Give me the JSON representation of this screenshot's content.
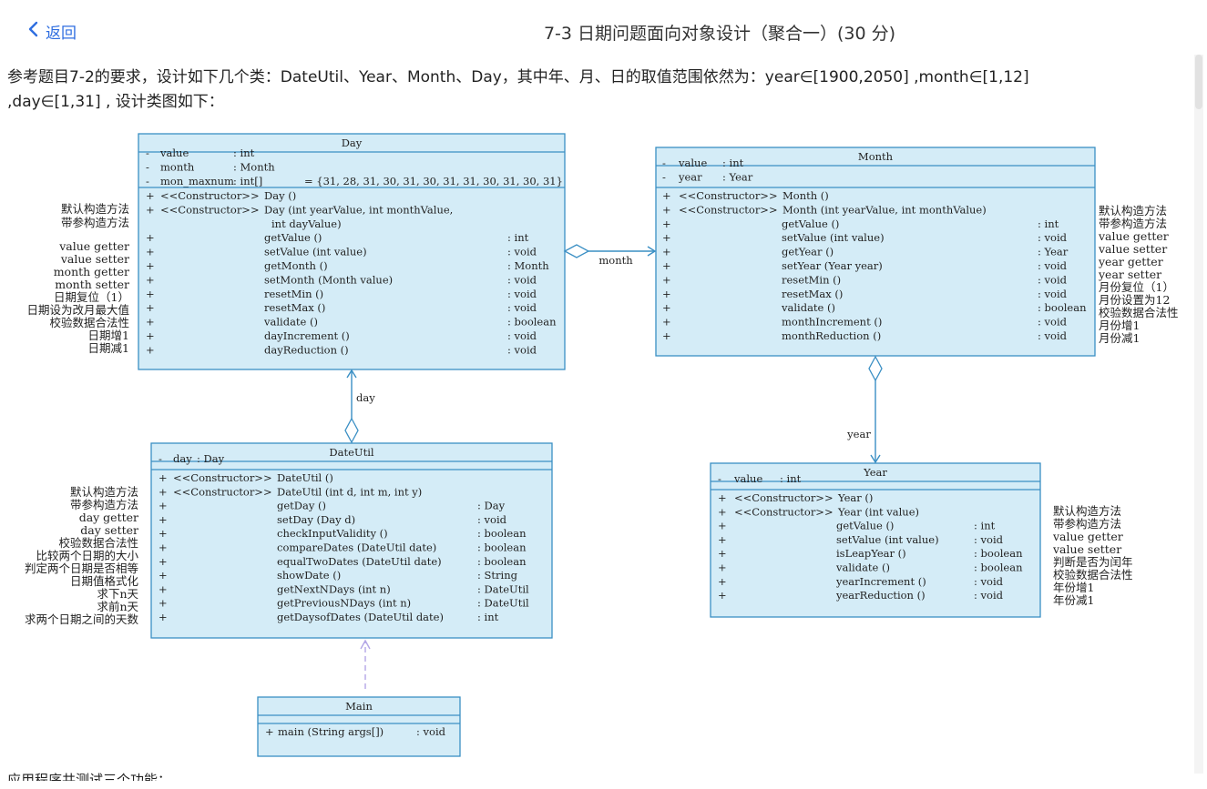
{
  "header": {
    "back_label": "返回",
    "title": "7-3 日期问题面向对象设计（聚合一）(30 分)"
  },
  "description": {
    "line1": "参考题目7-2的要求，设计如下几个类：DateUtil、Year、Month、Day，其中年、月、日的取值范围依然为：year∈[1900,2050] ,month∈[1,12]",
    "line2": ",day∈[1,31] , 设计类图如下："
  },
  "diagram": {
    "day": {
      "name": "Day",
      "attributes": [
        [
          "-",
          "value",
          ": int",
          ""
        ],
        [
          "-",
          "month",
          ": Month",
          ""
        ],
        [
          "-",
          "mon_maxnum",
          ": int[]",
          "= {31, 28, 31, 30, 31, 30, 31, 31, 30, 31, 30, 31}"
        ]
      ],
      "methods": [
        [
          "+",
          "<<Constructor>>",
          "Day ()",
          ""
        ],
        [
          "+",
          "<<Constructor>>",
          "Day (int yearValue, int monthValue,",
          ""
        ],
        [
          "",
          "",
          "int dayValue)",
          ""
        ],
        [
          "+",
          "",
          "getValue ()",
          ": int"
        ],
        [
          "+",
          "",
          "setValue (int value)",
          ": void"
        ],
        [
          "+",
          "",
          "getMonth ()",
          ": Month"
        ],
        [
          "+",
          "",
          "setMonth (Month value)",
          ": void"
        ],
        [
          "+",
          "",
          "resetMin ()",
          ": void"
        ],
        [
          "+",
          "",
          "resetMax ()",
          ": void"
        ],
        [
          "+",
          "",
          "validate ()",
          ": boolean"
        ],
        [
          "+",
          "",
          "dayIncrement ()",
          ": void"
        ],
        [
          "+",
          "",
          "dayReduction ()",
          ": void"
        ]
      ],
      "notes": [
        "默认构造方法",
        "带参构造方法",
        "value getter",
        "value setter",
        "month getter",
        "month setter",
        "日期复位（1）",
        "日期设为改月最大值",
        "校验数据合法性",
        "日期增1",
        "日期减1"
      ]
    },
    "month": {
      "name": "Month",
      "attributes": [
        [
          "-",
          "value",
          ": int",
          ""
        ],
        [
          "-",
          "year",
          ": Year",
          ""
        ]
      ],
      "methods": [
        [
          "+",
          "<<Constructor>>",
          "Month ()",
          ""
        ],
        [
          "+",
          "<<Constructor>>",
          "Month (int yearValue, int monthValue)",
          ""
        ],
        [
          "+",
          "",
          "getValue ()",
          ": int"
        ],
        [
          "+",
          "",
          "setValue (int value)",
          ": void"
        ],
        [
          "+",
          "",
          "getYear ()",
          ": Year"
        ],
        [
          "+",
          "",
          "setYear (Year year)",
          ": void"
        ],
        [
          "+",
          "",
          "resetMin ()",
          ": void"
        ],
        [
          "+",
          "",
          "resetMax ()",
          ": void"
        ],
        [
          "+",
          "",
          "validate ()",
          ": boolean"
        ],
        [
          "+",
          "",
          "monthIncrement ()",
          ": void"
        ],
        [
          "+",
          "",
          "monthReduction ()",
          ": void"
        ]
      ],
      "notes": [
        "默认构造方法",
        "带参构造方法",
        "value getter",
        "value setter",
        "year getter",
        "year setter",
        "月份复位（1）",
        "月份设置为12",
        "校验数据合法性",
        "月份增1",
        "月份减1"
      ]
    },
    "year": {
      "name": "Year",
      "attributes": [
        [
          "-",
          "value",
          ": int",
          ""
        ]
      ],
      "methods": [
        [
          "+",
          "<<Constructor>>",
          "Year ()",
          ""
        ],
        [
          "+",
          "<<Constructor>>",
          "Year (int value)",
          ""
        ],
        [
          "+",
          "",
          "getValue ()",
          ": int"
        ],
        [
          "+",
          "",
          "setValue (int value)",
          ": void"
        ],
        [
          "+",
          "",
          "isLeapYear ()",
          ": boolean"
        ],
        [
          "+",
          "",
          "validate ()",
          ": boolean"
        ],
        [
          "+",
          "",
          "yearIncrement ()",
          ": void"
        ],
        [
          "+",
          "",
          "yearReduction ()",
          ": void"
        ]
      ],
      "notes": [
        "默认构造方法",
        "带参构造方法",
        "value getter",
        "value setter",
        "判断是否为闰年",
        "校验数据合法性",
        "年份增1",
        "年份减1"
      ]
    },
    "dateutil": {
      "name": "DateUtil",
      "attributes": [
        [
          "-",
          "day",
          ": Day",
          ""
        ]
      ],
      "methods": [
        [
          "+",
          "<<Constructor>>",
          "DateUtil ()",
          ""
        ],
        [
          "+",
          "<<Constructor>>",
          "DateUtil (int d, int m, int y)",
          ""
        ],
        [
          "+",
          "",
          "getDay ()",
          ": Day"
        ],
        [
          "+",
          "",
          "setDay (Day d)",
          ": void"
        ],
        [
          "+",
          "",
          "checkInputValidity ()",
          ": boolean"
        ],
        [
          "+",
          "",
          "compareDates (DateUtil date)",
          ": boolean"
        ],
        [
          "+",
          "",
          "equalTwoDates (DateUtil date)",
          ": boolean"
        ],
        [
          "+",
          "",
          "showDate ()",
          ": String"
        ],
        [
          "+",
          "",
          "getNextNDays (int n)",
          ": DateUtil"
        ],
        [
          "+",
          "",
          "getPreviousNDays (int n)",
          ": DateUtil"
        ],
        [
          "+",
          "",
          "getDaysofDates (DateUtil date)",
          ": int"
        ]
      ],
      "notes": [
        "默认构造方法",
        "带参构造方法",
        "day getter",
        "day setter",
        "校验数据合法性",
        "比较两个日期的大小",
        "判定两个日期是否相等",
        "日期值格式化",
        "求下n天",
        "求前n天",
        "求两个日期之间的天数"
      ]
    },
    "main": {
      "name": "Main",
      "methods": [
        [
          "+",
          "",
          "main (String args[])",
          ": void"
        ]
      ]
    },
    "assoc_labels": {
      "month": "month",
      "day": "day",
      "year": "year"
    }
  },
  "bottom_text": "应用程序共测试三个功能：",
  "colors": {
    "class_fill": "#d4ecf7",
    "class_border": "#3a8fc4",
    "arrow": "#3a8fc4",
    "dependency": "#b3a6e6",
    "link": "#2f6ee0"
  },
  "icons": {
    "back": "chevron-left-icon"
  }
}
